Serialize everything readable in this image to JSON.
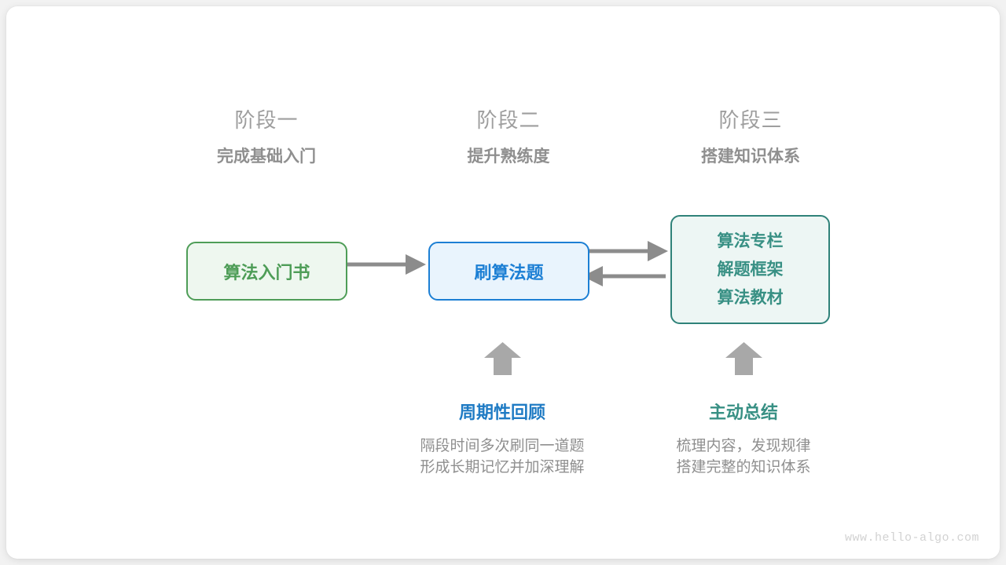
{
  "stages": [
    {
      "title": "阶段一",
      "subtitle": "完成基础入门"
    },
    {
      "title": "阶段二",
      "subtitle": "提升熟练度"
    },
    {
      "title": "阶段三",
      "subtitle": "搭建知识体系"
    }
  ],
  "nodes": {
    "book": {
      "label": "算法入门书",
      "color": "#4e9d57",
      "fill": "#eef7ef"
    },
    "practice": {
      "label": "刷算法题",
      "color": "#1c7fd4",
      "fill": "#e9f4fd"
    },
    "knowledge": {
      "lines": [
        "算法专栏",
        "解题框架",
        "算法教材"
      ],
      "color": "#389084",
      "fill": "#edf6f4"
    }
  },
  "notes": [
    {
      "title": "周期性回顾",
      "desc_line1": "隔段时间多次刷同一道题",
      "desc_line2": "形成长期记忆并加深理解",
      "color": "#1f7bc4",
      "arrow": "up-arrow-icon"
    },
    {
      "title": "主动总结",
      "desc_line1": "梳理内容，发现规律",
      "desc_line2": "搭建完整的知识体系",
      "color": "#389084",
      "arrow": "up-arrow-icon"
    }
  ],
  "connectors": {
    "book_to_practice": "arrow-right",
    "practice_to_knowledge": "arrow-right",
    "knowledge_to_practice": "arrow-left",
    "color": "#8c8c8c"
  },
  "watermark": "www.hello-algo.com"
}
